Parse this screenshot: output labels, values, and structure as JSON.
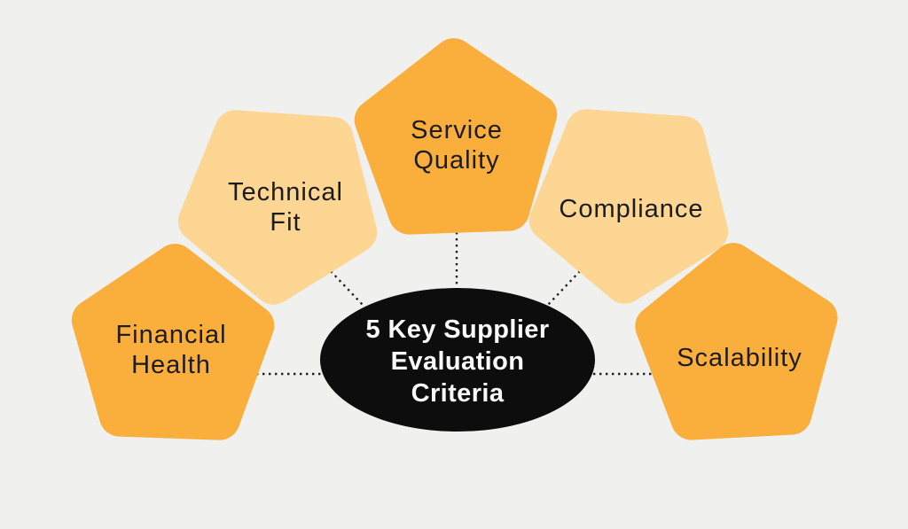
{
  "title": "5 Key Supplier Evaluation Criteria",
  "colors": {
    "background": "#F0F0EE",
    "pentagon_dark": "#FAAE3C",
    "pentagon_light": "#FED694",
    "ellipse_fill": "#0D0D0D",
    "ellipse_text": "#FAFAFA",
    "label_text": "#1C1C1C",
    "connector": "#1F1F1F"
  },
  "center": {
    "label": "5 Key Supplier Evaluation Criteria",
    "lines": [
      "5 Key Supplier",
      "Evaluation",
      "Criteria"
    ]
  },
  "items": [
    {
      "id": "service-quality",
      "label": "Service Quality",
      "lines": [
        "Service",
        "Quality"
      ],
      "tone": "dark"
    },
    {
      "id": "technical-fit",
      "label": "Technical Fit",
      "lines": [
        "Technical",
        "Fit"
      ],
      "tone": "light"
    },
    {
      "id": "compliance",
      "label": "Compliance",
      "lines": [
        "Compliance"
      ],
      "tone": "light"
    },
    {
      "id": "financial-health",
      "label": "Financial Health",
      "lines": [
        "Financial",
        "Health"
      ],
      "tone": "dark"
    },
    {
      "id": "scalability",
      "label": "Scalability",
      "lines": [
        "Scalability"
      ],
      "tone": "dark"
    }
  ]
}
